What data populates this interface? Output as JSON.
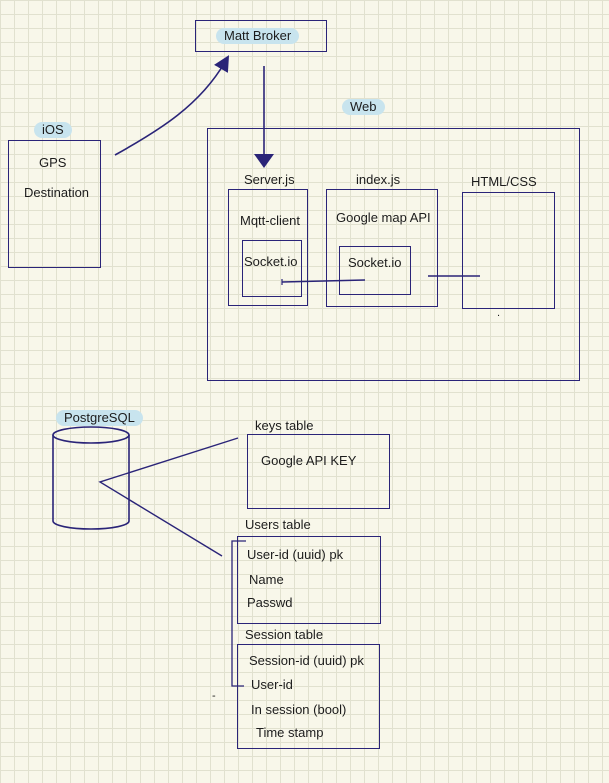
{
  "broker": {
    "label": "Matt Broker"
  },
  "ios": {
    "tag": "iOS",
    "items": [
      "GPS",
      "Destination"
    ]
  },
  "web": {
    "tag": "Web",
    "server_js": {
      "title": "Server.js",
      "client": "Mqtt-client",
      "socket": "Socket.io"
    },
    "index_js": {
      "title": "index.js",
      "api": "Google map API",
      "socket": "Socket.io"
    },
    "html_css": {
      "title": "HTML/CSS",
      "mark": "."
    }
  },
  "database": {
    "tag": "PostgreSQL",
    "keys_table": {
      "title": "keys table",
      "rows": [
        "Google API KEY"
      ]
    },
    "users_table": {
      "title": "Users table",
      "rows": [
        "User-id (uuid) pk",
        "Name",
        "Passwd"
      ]
    },
    "session_table": {
      "title": "Session table",
      "rows": [
        "Session-id (uuid) pk",
        "User-id",
        "In session (bool)",
        "Time stamp"
      ]
    },
    "stray_mark": "-"
  },
  "colors": {
    "stroke": "#2a2478",
    "label_highlight": "#c8e4ee",
    "paper": "#f8f7ea",
    "grid": "#e1e1cf"
  }
}
